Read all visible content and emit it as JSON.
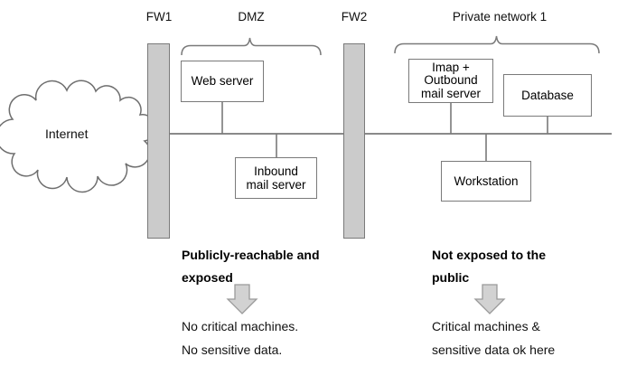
{
  "diagram": {
    "labels": {
      "fw1": "FW1",
      "fw2": "FW2",
      "dmz": "DMZ",
      "private_network": "Private network 1",
      "internet": "Internet"
    },
    "nodes": {
      "web_server": "Web server",
      "inbound_mail_server": "Inbound\nmail server",
      "imap_outbound_mail_server": "Imap +\nOutbound\nmail server",
      "database": "Database",
      "workstation": "Workstation"
    },
    "annotations": {
      "dmz_zone": {
        "heading": "Publicly-reachable and\nexposed",
        "body": "No critical machines.\nNo sensitive data."
      },
      "private_zone": {
        "heading": "Not exposed to the\npublic",
        "body": "Critical machines &\nsensitive data ok here"
      }
    },
    "colors": {
      "firewall_fill": "#cbcbcb",
      "outline_gray": "#7a7a7a",
      "cloud_outline": "#6e6e6e",
      "arrow_fill": "#d2d2d2",
      "arrow_border": "#9a9a9a"
    }
  }
}
